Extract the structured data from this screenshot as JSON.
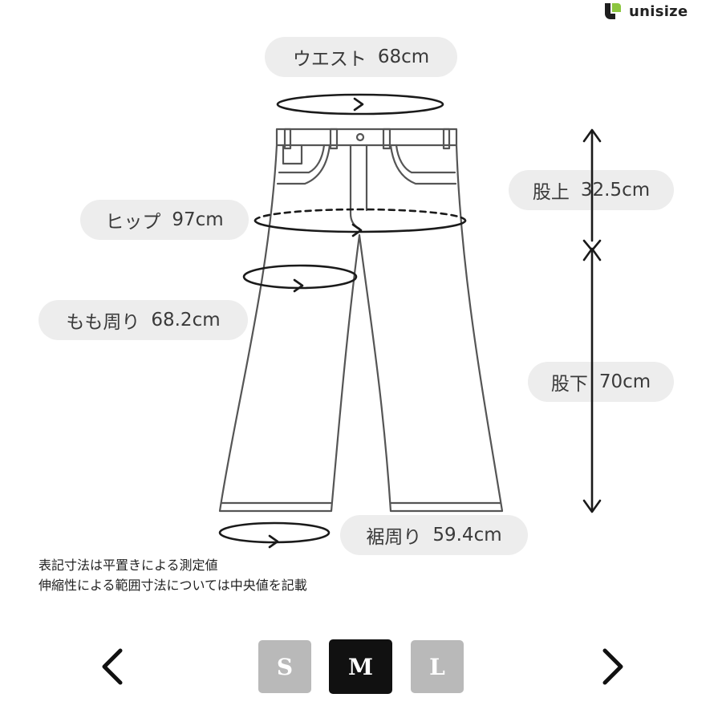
{
  "brand": {
    "name": "unisize",
    "icon": "unisize-logo-icon",
    "green": "#8cc63f",
    "dark": "#1e1e1e"
  },
  "measurements": {
    "waist": {
      "label": "ウエスト",
      "value": "68cm"
    },
    "rise": {
      "label": "股上",
      "value": "32.5cm"
    },
    "hip": {
      "label": "ヒップ",
      "value": "97cm"
    },
    "thigh": {
      "label": "もも周り",
      "value": "68.2cm"
    },
    "inseam": {
      "label": "股下",
      "value": "70cm"
    },
    "hem": {
      "label": "裾周り",
      "value": "59.4cm"
    }
  },
  "notes": [
    "表記寸法は平置きによる測定値",
    "伸縮性による範囲寸法については中央値を記載"
  ],
  "nav": {
    "prev_icon": "chevron-left-icon",
    "next_icon": "chevron-right-icon"
  },
  "sizes": [
    {
      "label": "S",
      "selected": false
    },
    {
      "label": "M",
      "selected": true
    },
    {
      "label": "L",
      "selected": false
    }
  ],
  "colors": {
    "selected": "#111111",
    "unselected": "#b9b9b9",
    "pill": "#ededed"
  }
}
